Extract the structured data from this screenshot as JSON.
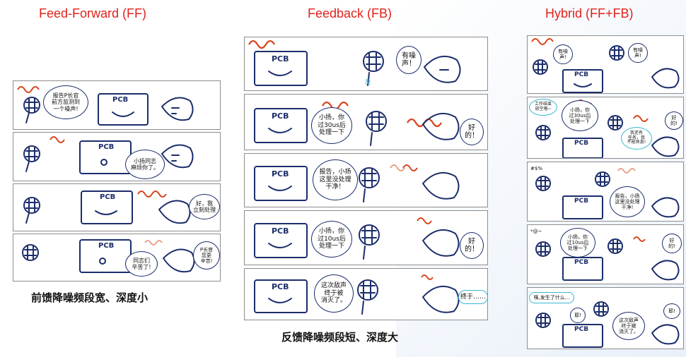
{
  "titles": {
    "ff": "Feed-Forward (FF)",
    "fb": "Feedback (FB)",
    "hybrid": "Hybrid (FF+FB)"
  },
  "captions": {
    "ff": "前馈降噪频段宽、深度小",
    "fb": "反馈降噪频段短、深度大"
  },
  "labels": {
    "pcb": "PCB",
    "fan": "反"
  },
  "colors": {
    "title": "#e0231c",
    "noise": "#d9441c",
    "ink": "#1b2d6b",
    "highlight": "#39b6d2"
  },
  "ff": {
    "p1": {
      "b1": "报告P长官\n前方监测到\n一个噪声!"
    },
    "p2": {
      "b1": "小扬同志\n麻烦你了。"
    },
    "p3": {
      "b1": "好，我\n立刻处理"
    },
    "p4": {
      "b1": "同志们\n辛苦了!",
      "b2": "P长官\n您更\n辛苦!"
    }
  },
  "fb": {
    "p1": {
      "b1": "有噪\n声！"
    },
    "p2": {
      "b1": "小扬，你\n过30us后\n处理一下",
      "b2": "好\n的！"
    },
    "p3": {
      "b1": "报告，小扬\n这里没处理\n干净！"
    },
    "p4": {
      "b1": "小扬，你\n过10us后\n处理一下",
      "b2": "好\n的！"
    },
    "p5": {
      "b1": "这次敌声\n终于被\n消灭了。",
      "b2": "终于……"
    }
  },
  "hybrid": {
    "p1": {
      "b1": "有噪\n声!",
      "b2": "有噪\n声!"
    },
    "p2": {
      "b1": "工作结束\n放空咯~",
      "b2": "小扬，你\n过30us后\n处理一下",
      "b3": "我还有\n任务，我\n不能休息!",
      "b4": "好\n的!"
    },
    "p3": {
      "b1": "#$%",
      "b2": "报告，小扬\n这里没处理\n干净!"
    },
    "p4": {
      "b1": "*@~",
      "b2": "小扬，你\n过10us后\n处理一下",
      "b3": "好\n的!"
    },
    "p5": {
      "b1": "咦,发生了什么...",
      "b2": "耶!",
      "b3": "这次敌声\n终于被\n消灭了。",
      "b4": "耶!"
    }
  }
}
